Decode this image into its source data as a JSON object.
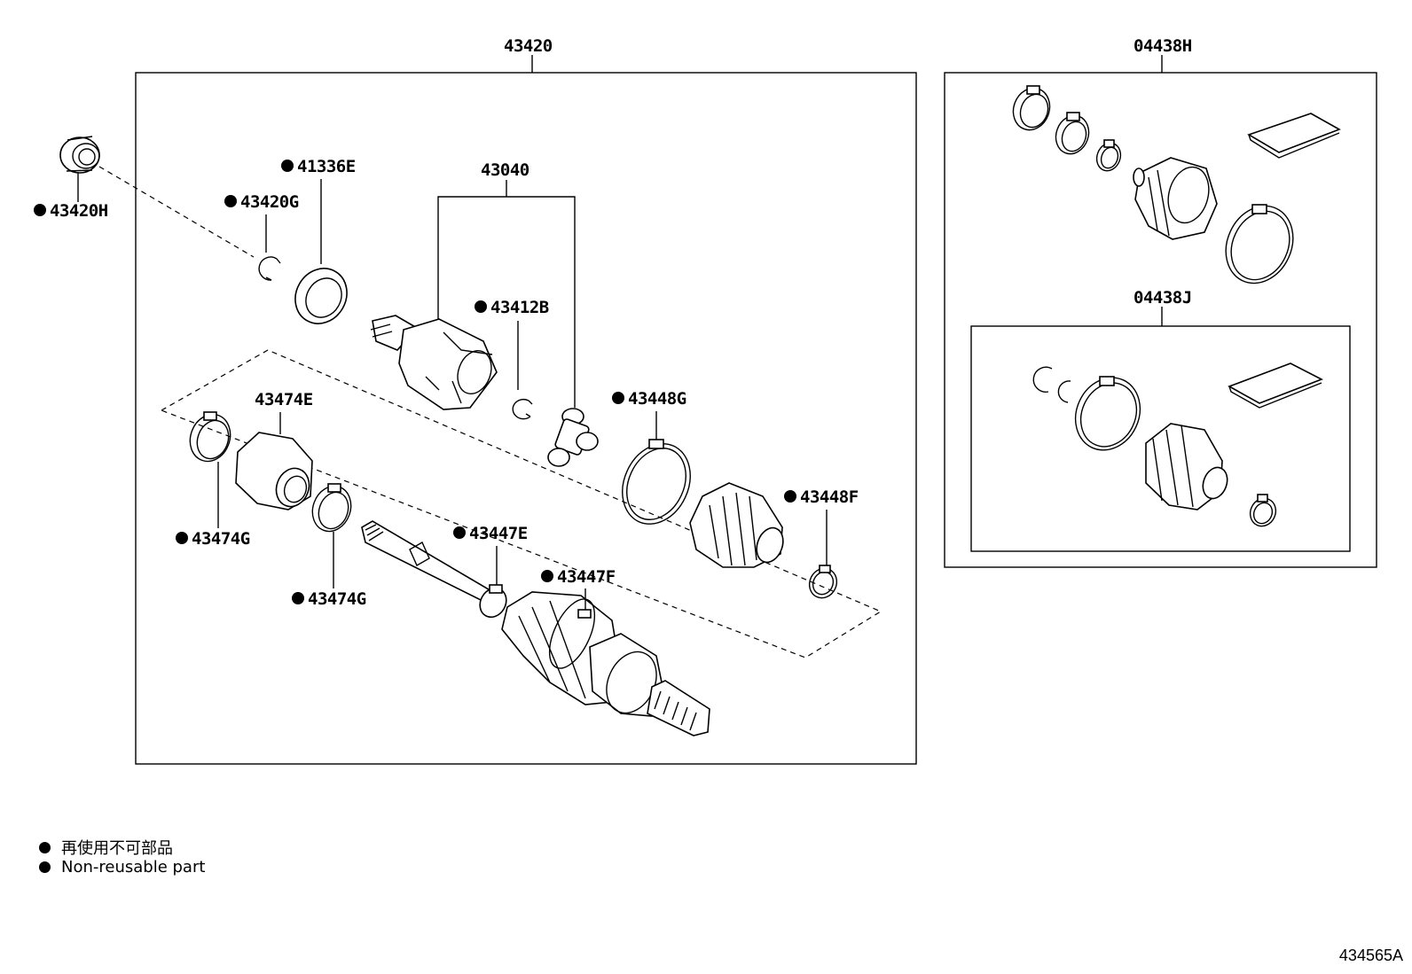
{
  "main_assembly": {
    "label": "43420",
    "inner_joint_group": "43040",
    "parts": {
      "p43420H": "43420H",
      "p41336E": "41336E",
      "p43420G": "43420G",
      "p43412B": "43412B",
      "p43448G": "43448G",
      "p43448F": "43448F",
      "p43474E": "43474E",
      "p43474G_a": "43474G",
      "p43474G_b": "43474G",
      "p43447E": "43447E",
      "p43447F": "43447F"
    }
  },
  "boot_kit_outer": {
    "label": "04438H"
  },
  "boot_kit_inner": {
    "label": "04438J"
  },
  "legend": {
    "line_jp": "再使用不可部品",
    "line_en": "Non-reusable part"
  },
  "figure_ref": "434565A"
}
